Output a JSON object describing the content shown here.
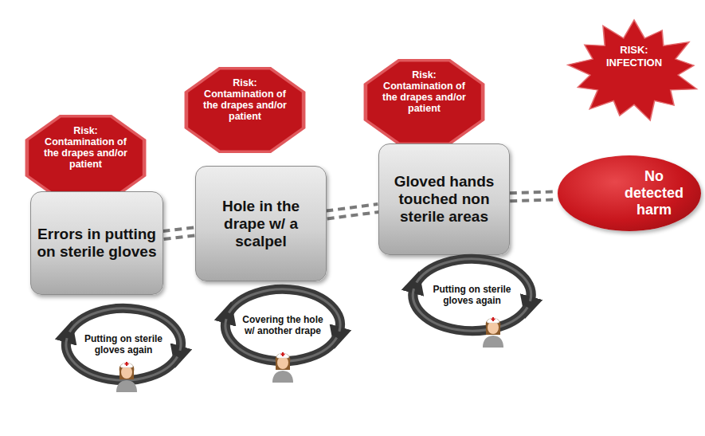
{
  "diagram": {
    "nodes": [
      {
        "text": [
          "Risk: Contamination of the drapes and/or patient"
        ]
      },
      {
        "text": [
          "Errors in putting on sterile gloves"
        ]
      },
      {
        "text": [
          "Putting on sterile gloves again"
        ]
      },
      {
        "text": [
          "Risk: Contamination of the drapes and/or patient"
        ]
      },
      {
        "text": [
          "Hole in the drape w/ a scalpel"
        ]
      },
      {
        "text": [
          "Covering the hole w/ another drape"
        ]
      },
      {
        "text": [
          "Risk: Contamination of the drapes and/or patient"
        ]
      },
      {
        "text": [
          "Gloved hands touched non sterile areas"
        ]
      },
      {
        "text": [
          "Putting on sterile gloves again"
        ]
      },
      {
        "text": [
          "RISK: INFECTION"
        ]
      },
      {
        "text": [
          "No detected harm"
        ]
      }
    ],
    "edges": [
      {
        "from": 1,
        "to": 4,
        "arrow": "none"
      },
      {
        "from": 4,
        "to": 7,
        "arrow": "none"
      },
      {
        "from": 7,
        "to": 10,
        "arrow": "none"
      }
    ]
  }
}
